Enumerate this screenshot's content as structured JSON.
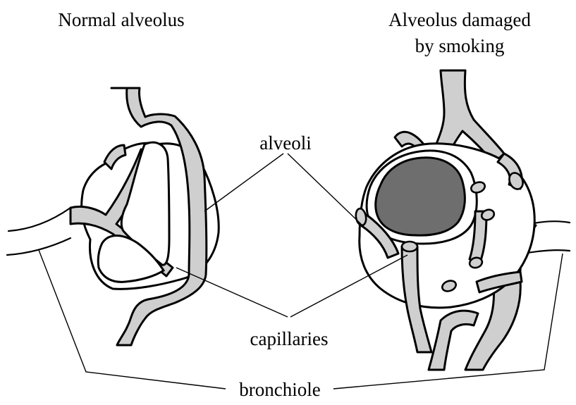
{
  "labels": {
    "normal_title": "Normal alveolus",
    "damaged_title_line1": "Alveolus damaged",
    "damaged_title_line2": "by smoking",
    "alveoli": "alveoli",
    "capillaries": "capillaries",
    "bronchiole": "bronchiole"
  }
}
